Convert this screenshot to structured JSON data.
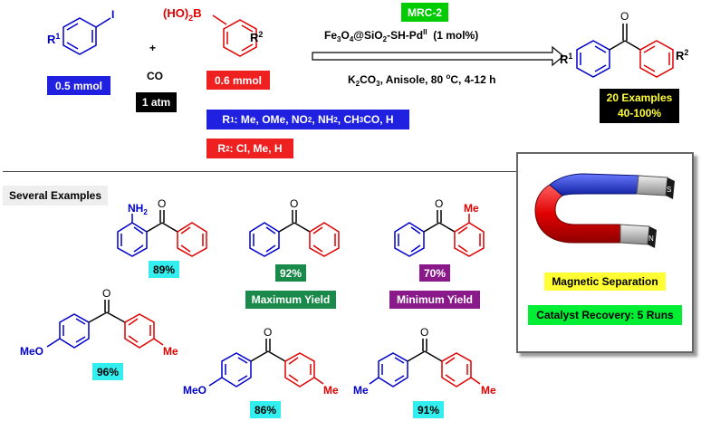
{
  "colors": {
    "blue": "#0000cc",
    "red": "#e00000",
    "blue_box": "#2020e0",
    "red_box": "#ee2020",
    "green_box": "#00cc00",
    "dark_green": "#1a8a4a",
    "purple": "#8a1a8a",
    "cyan": "#33eeee",
    "yellow": "#ffff33",
    "black": "#000000"
  },
  "reaction": {
    "reactant1": {
      "substituent": "R",
      "sup": "1",
      "leaving_group": "I",
      "amount": "0.5 mmol"
    },
    "plus": "+",
    "co": {
      "label": "CO",
      "pressure": "1 atm"
    },
    "reactant2": {
      "boron": "(HO)",
      "boron_sub": "2",
      "boron_b": "B",
      "substituent": "R",
      "sup": "2",
      "amount": "0.6 mmol"
    },
    "catalyst_name": "MRC-2",
    "catalyst_formula": {
      "p1": "Fe",
      "s1": "3",
      "p2": "O",
      "s2": "4",
      "p3": "@SiO",
      "s3": "2",
      "p4": "-SH-Pd",
      "sup": "II",
      "p5": "  (1 mol%)"
    },
    "conditions": {
      "p1": "K",
      "s1": "2",
      "p2": "CO",
      "s2": "3",
      "p3": ", Anisole, 80 ",
      "deg": "o",
      "p4": "C, 4-12 h"
    },
    "r1_def": {
      "p1": "R",
      "sup": "1",
      "p2": ": Me, OMe, NO",
      "s1": "2",
      "p3": ", NH",
      "s2": "2",
      "p4": ", CH",
      "s3": "3",
      "p5": "CO, H"
    },
    "r2_def": {
      "p1": "R",
      "sup": "2",
      "p2": ": Cl, Me, H"
    },
    "product": {
      "r1": "R",
      "r1sup": "1",
      "r2": "R",
      "r2sup": "2",
      "o": "O"
    },
    "examples_box": {
      "line1": "20 Examples",
      "line2": "40-100%"
    }
  },
  "section_title": "Several Examples",
  "examples": [
    {
      "sub_left": "NH",
      "sub_left_sub": "2",
      "yield": "89%"
    },
    {
      "yield": "92%",
      "tag": "Maximum Yield"
    },
    {
      "sub_right": "Me",
      "yield": "70%",
      "tag": "Minimum Yield"
    },
    {
      "sub_left": "MeO",
      "sub_right": "Me",
      "yield": "96%"
    },
    {
      "sub_left": "MeO",
      "sub_right": "Me",
      "yield": "86%"
    },
    {
      "sub_left": "Me",
      "sub_right": "Me",
      "yield": "91%"
    }
  ],
  "magnet_panel": {
    "pole_s": "S",
    "pole_n": "N",
    "separation": "Magnetic Separation",
    "recovery": "Catalyst Recovery: 5 Runs"
  }
}
